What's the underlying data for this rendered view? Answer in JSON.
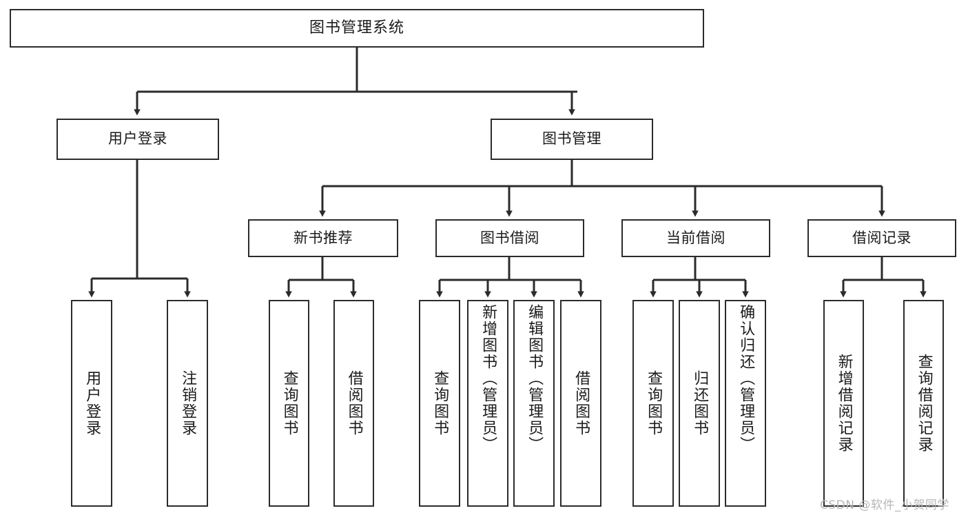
{
  "diagram": {
    "type": "tree-hierarchy",
    "title": "图书管理系统",
    "colors": {
      "box_border": "#2b2b2b",
      "box_fill": "#ffffff",
      "connector": "#2b2b2b",
      "background": "#ffffff",
      "watermark": "#b6b6b6"
    },
    "root": {
      "label": "图书管理系统"
    },
    "level2": [
      {
        "label": "用户登录"
      },
      {
        "label": "图书管理"
      }
    ],
    "level3": [
      {
        "label": "新书推荐"
      },
      {
        "label": "图书借阅"
      },
      {
        "label": "当前借阅"
      },
      {
        "label": "借阅记录"
      }
    ],
    "leaves": {
      "user_login": [
        {
          "label": "用户登录"
        },
        {
          "label": "注销登录"
        }
      ],
      "new_book_recommend": [
        {
          "label": "查询图书"
        },
        {
          "label": "借阅图书"
        }
      ],
      "book_borrow": [
        {
          "label": "查询图书"
        },
        {
          "label": "新增图书（管理员）"
        },
        {
          "label": "编辑图书（管理员）"
        },
        {
          "label": "借阅图书"
        }
      ],
      "current_borrow": [
        {
          "label": "查询图书"
        },
        {
          "label": "归还图书"
        },
        {
          "label": "确认归还（管理员）"
        }
      ],
      "borrow_record": [
        {
          "label": "新增借阅记录"
        },
        {
          "label": "查询借阅记录"
        }
      ]
    }
  },
  "watermark": {
    "text": "CSDN @软件_小贺同学"
  }
}
